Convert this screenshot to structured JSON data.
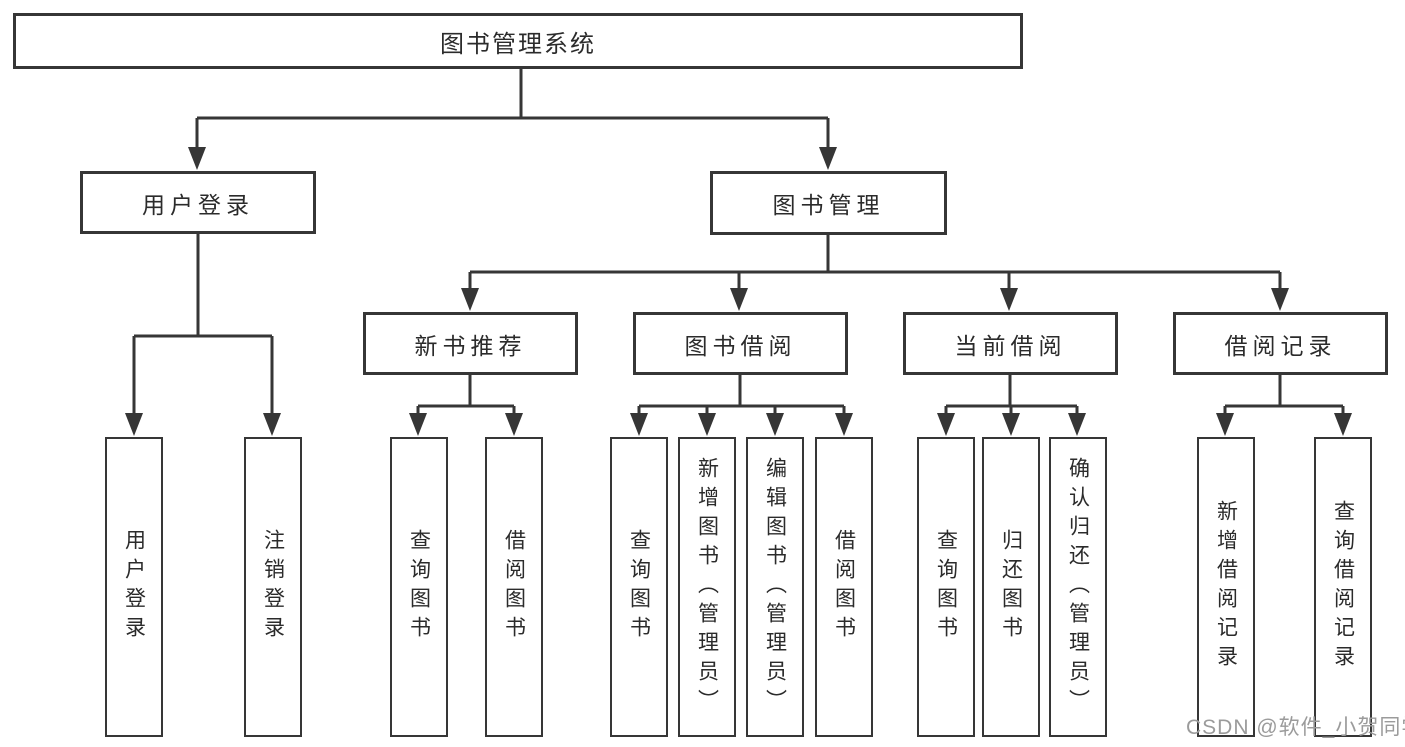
{
  "diagram": {
    "root": "图书管理系统",
    "level2": [
      "用户登录",
      "图书管理"
    ],
    "level3": [
      "新书推荐",
      "图书借阅",
      "当前借阅",
      "借阅记录"
    ],
    "leaves": [
      "用户登录",
      "注销登录",
      "查询图书",
      "借阅图书",
      "查询图书",
      "新增图书（管理员）",
      "编辑图书（管理员）",
      "借阅图书",
      "查询图书",
      "归还图书",
      "确认归还（管理员）",
      "新增借阅记录",
      "查询借阅记录"
    ]
  },
  "watermark": "CSDN @软件_小贺同学",
  "colors": {
    "line": "#363636",
    "text": "#2b2b2b",
    "watermark": "#9b9b9b",
    "background": "#ffffff"
  }
}
